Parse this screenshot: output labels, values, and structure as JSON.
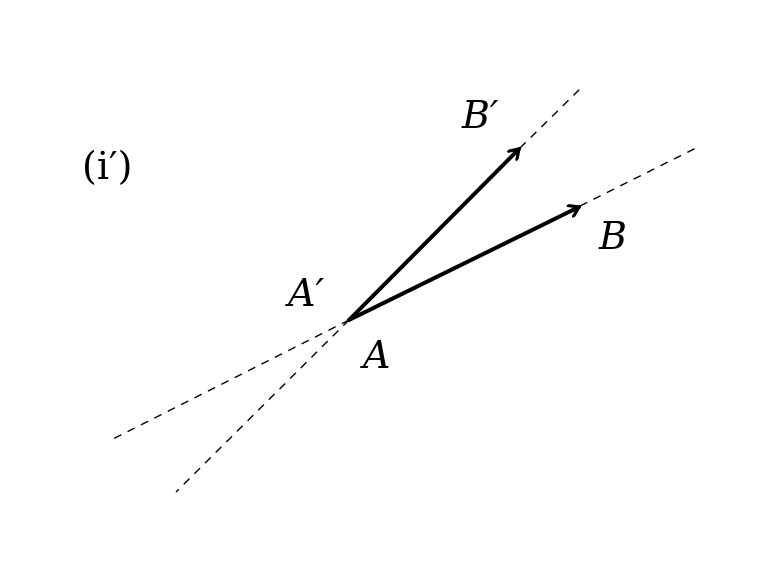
{
  "figure": {
    "tag": "(i′)",
    "labels": {
      "a_prime": "A′",
      "a": "A",
      "b_prime": "B′",
      "b": "B"
    },
    "colors": {
      "ink": "#000000",
      "background": "#ffffff"
    }
  }
}
